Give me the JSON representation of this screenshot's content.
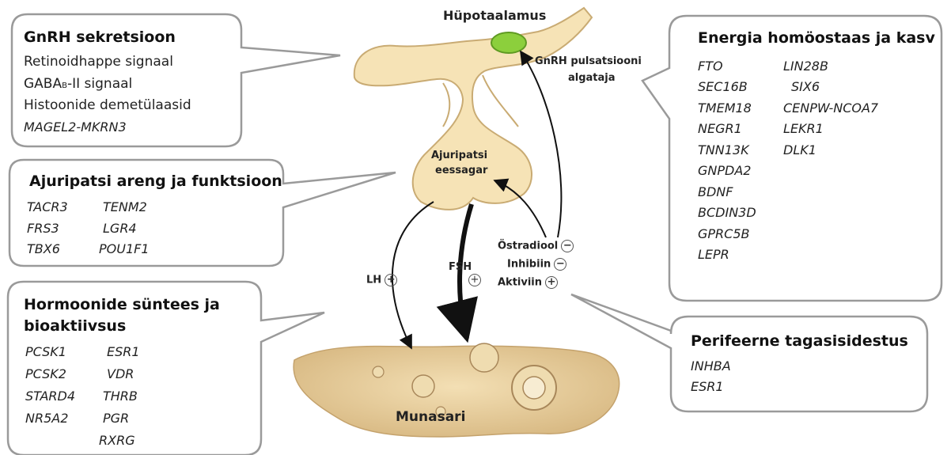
{
  "hypothalamus": {
    "title": "Hüpotaalamus",
    "pulse_label_line1": "GnRH pulsatsiooni",
    "pulse_label_line2": "algataja"
  },
  "pituitary": {
    "label_line1": "Ajuripatsi",
    "label_line2": "eessagar"
  },
  "ovary": {
    "label": "Munasari"
  },
  "hormones": {
    "lh": "LH",
    "fsh": "FSH",
    "estradiol": "Östradiool",
    "inhibin": "Inhibiin",
    "activin": "Aktiviin"
  },
  "symbols": {
    "plus": "+",
    "minus": "−"
  },
  "gnrh_box": {
    "title": "GnRH sekretsioon",
    "line1": "Retinoidhappe signaal",
    "line2_pre": "GABA",
    "line2_sub": "B",
    "line2_post": "-II signaal",
    "line3": "Histoonide demetülaasid",
    "gene": "MAGEL2-MKRN3"
  },
  "pituitary_box": {
    "title": "Ajuripatsi areng ja funktsioon",
    "col1": [
      "TACR3",
      "FRS3",
      "TBX6"
    ],
    "col2": [
      "TENM2",
      "LGR4",
      "POU1F1"
    ]
  },
  "hormone_box": {
    "title_line1": "Hormoonide süntees ja",
    "title_line2": "bioaktiivsus",
    "col1": [
      "PCSK1",
      "PCSK2",
      "STARD4",
      "NR5A2"
    ],
    "col2": [
      "ESR1",
      "VDR",
      "THRB",
      "PGR",
      "RXRG"
    ]
  },
  "energy_box": {
    "title": "Energia homöostaas ja kasv",
    "col1": [
      "FTO",
      "SEC16B",
      "TMEM18",
      "NEGR1",
      "TNN13K",
      "GNPDA2",
      "BDNF",
      "BCDIN3D",
      "GPRC5B",
      "LEPR"
    ],
    "col2": [
      "LIN28B",
      "SIX6",
      "CENPW-NCOA7",
      "LEKR1",
      "DLK1"
    ]
  },
  "feedback_box": {
    "title": "Perifeerne tagasisidestus",
    "genes": [
      "INHBA",
      "ESR1"
    ]
  },
  "colors": {
    "gland": "#f6e3b6",
    "gland_stroke": "#c9ab73",
    "ovary": "#e9cf9e",
    "gnrh_nucleus": "#8ccf3c",
    "box_stroke": "#9a9a9a"
  }
}
